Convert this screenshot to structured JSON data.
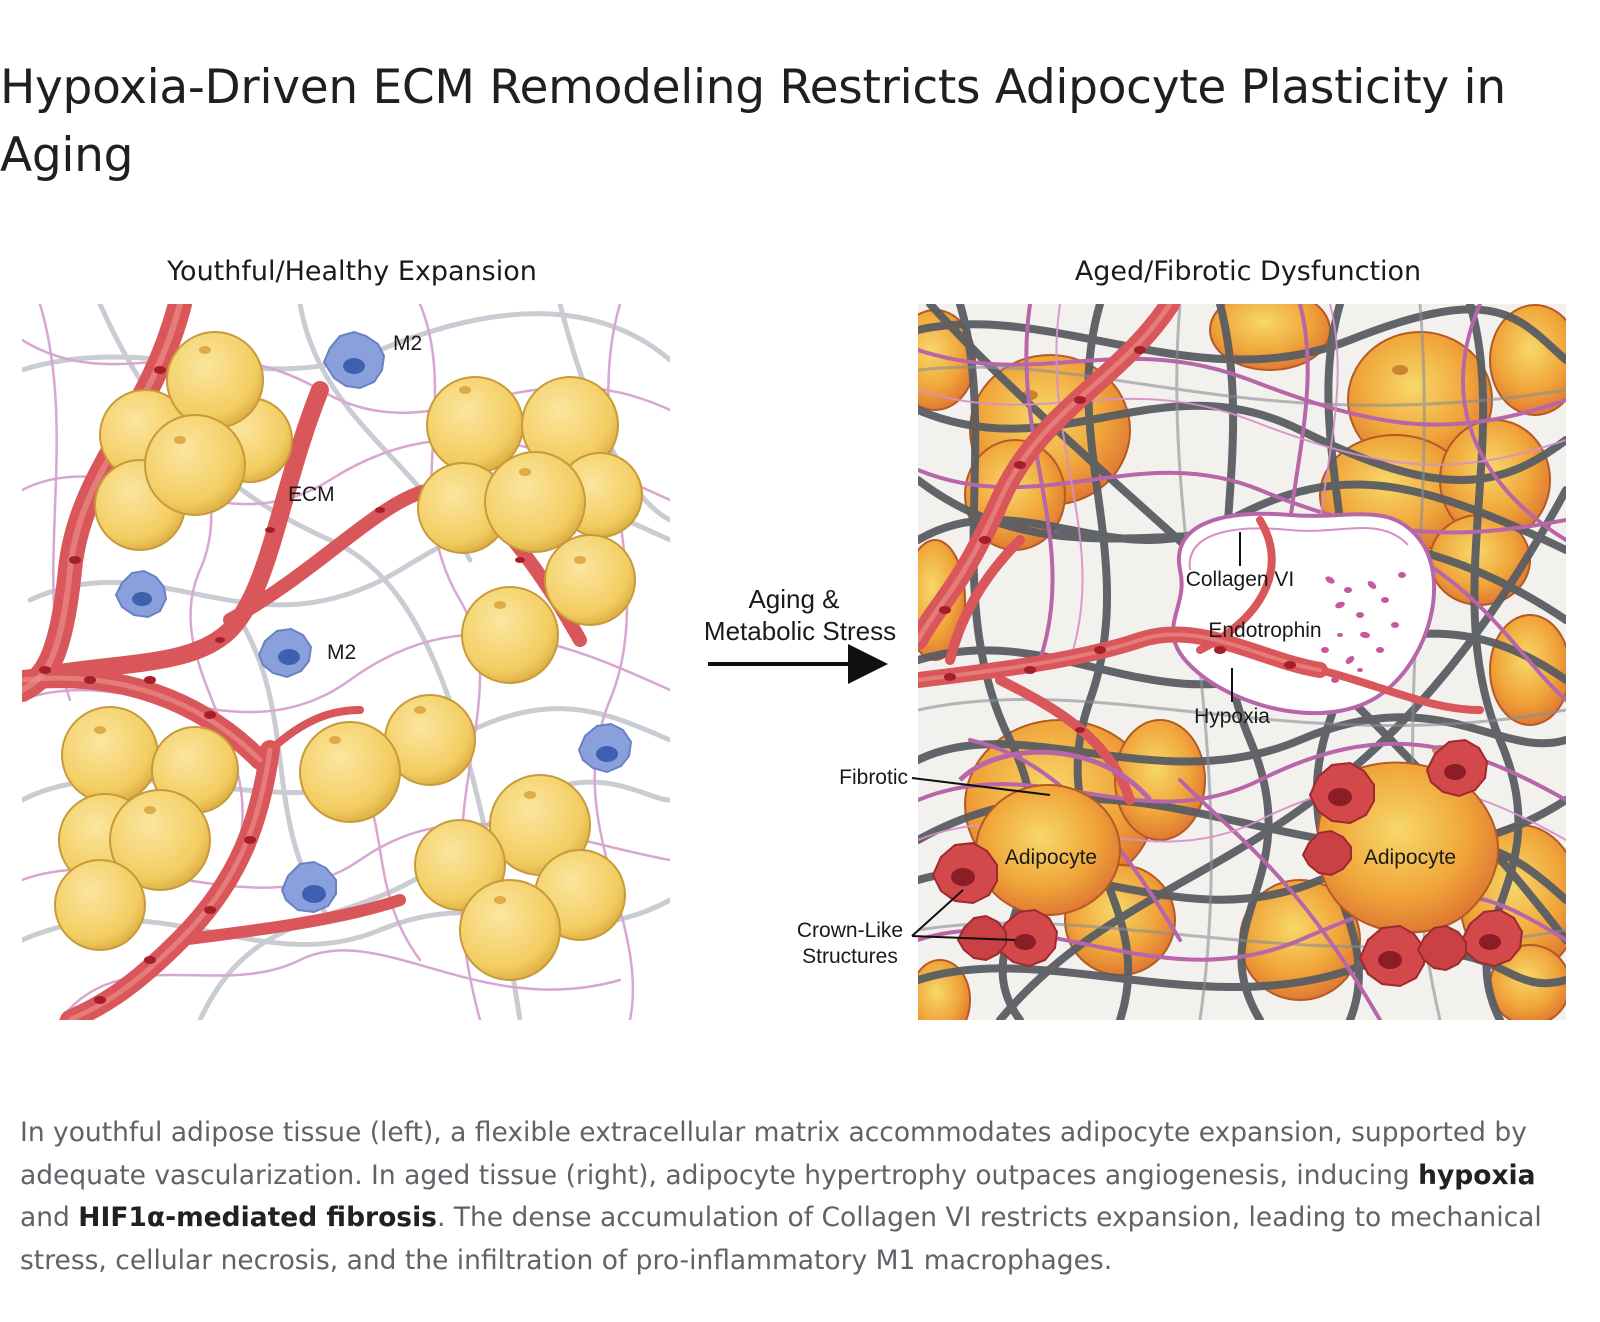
{
  "title": "Hypoxia-Driven ECM Remodeling Restricts Adipocyte Plasticity in Aging",
  "left_panel": {
    "heading": "Youthful/Healthy Expansion",
    "labels": {
      "m2_top": "M2",
      "ecm": "ECM",
      "m2_mid": "M2"
    }
  },
  "arrow": {
    "line1": "Aging &",
    "line2": "Metabolic Stress"
  },
  "right_panel": {
    "heading": "Aged/Fibrotic Dysfunction",
    "labels": {
      "collagen": "Collagen VI",
      "endotrophin": "Endotrophin",
      "hypoxia": "Hypoxia",
      "fibrotic": "Fibrotic",
      "adipocyte_left": "Adipocyte",
      "adipocyte_right": "Adipocyte",
      "crown_line1": "Crown-Like",
      "crown_line2": "Structures"
    }
  },
  "caption": {
    "part1": "In youthful adipose tissue (left), a flexible extracellular matrix accommodates adipocyte expansion, supported by adequate vascularization. In aged tissue (right), adipocyte hypertrophy outpaces angiogenesis, inducing ",
    "bold1": "hypoxia",
    "part2": " and ",
    "bold2": "HIF1α-mediated fibrosis",
    "part3": ". The dense accumulation of Collagen VI restricts expansion, leading to mechanical stress, cellular necrosis, and the infiltration of pro-inflammatory M1 macrophages."
  },
  "colors": {
    "adipocyte_healthy": "#f6d36f",
    "adipocyte_aged": "#f0a83a",
    "vessel": "#d9575a",
    "ecm_light": "#c9cdd3",
    "ecm_pink": "#d7a0cf",
    "collagen_dark": "#5a5d62",
    "collagen_pink": "#b766a8",
    "m2_macrophage": "#7d94d8",
    "m1_macrophage": "#d2484b"
  }
}
